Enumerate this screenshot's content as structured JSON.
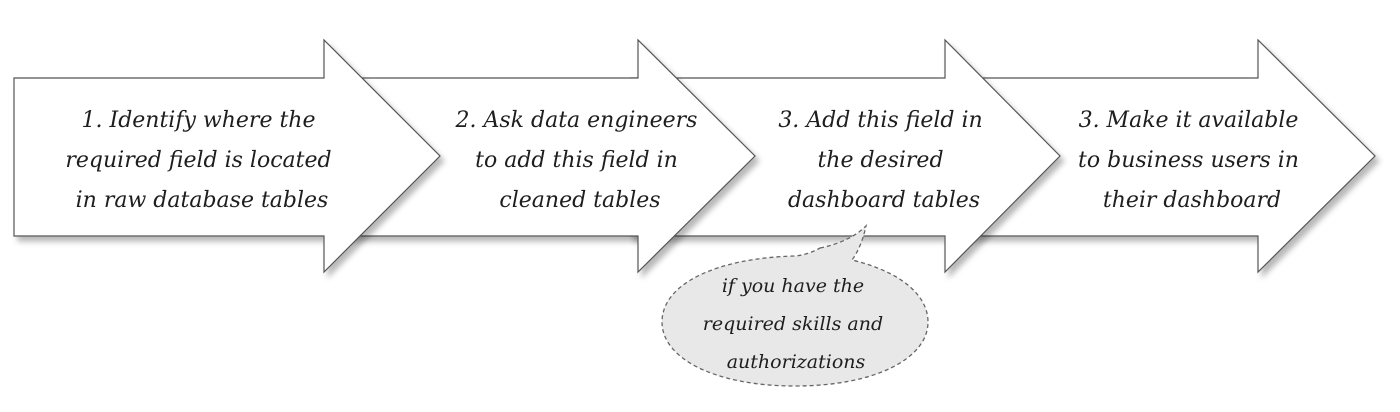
{
  "steps": [
    {
      "lines": [
        "1. Identify where the",
        "required field is located",
        "in raw database tables"
      ]
    },
    {
      "lines": [
        "2. Ask data engineers",
        "to add this field in",
        "cleaned tables"
      ]
    },
    {
      "lines": [
        "3. Add this field in",
        "the desired",
        "dashboard tables"
      ]
    },
    {
      "lines": [
        "3. Make it available",
        "to business users in",
        "their dashboard"
      ]
    }
  ],
  "note": {
    "lines": [
      "if you have the",
      "required skills and",
      "authorizations"
    ]
  },
  "colors": {
    "arrow_fill": "#ffffff",
    "arrow_stroke": "#555555",
    "note_fill": "#e8e8e8",
    "note_stroke": "#666666",
    "text": "#1e1e1e"
  }
}
